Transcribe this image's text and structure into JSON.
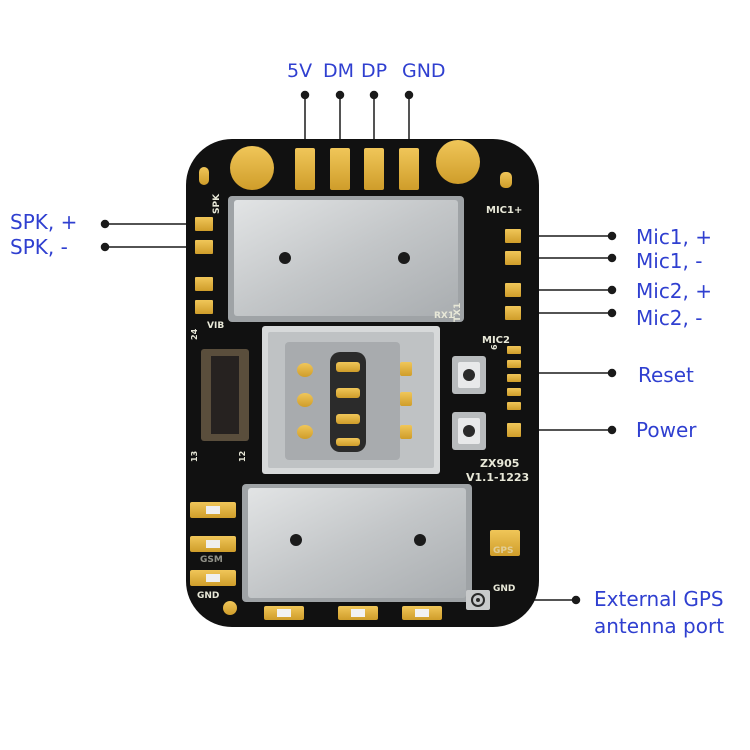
{
  "labels": {
    "top": [
      "5V",
      "DM",
      "DP",
      "GND"
    ],
    "left": [
      "SPK, +",
      "SPK, -"
    ],
    "right": [
      "Mic1, +",
      "Mic1, -",
      "Mic2, +",
      "Mic2, -",
      "Reset",
      "Power"
    ],
    "gps": [
      "External GPS",
      "antenna port"
    ]
  },
  "silkscreen": {
    "spk": "SPK",
    "mic1": "MIC1+",
    "mic2": "MIC2",
    "rx1": "RX1",
    "tx1": "TX1",
    "vib": "VIB",
    "n24": "24",
    "n13": "13",
    "n12": "12",
    "n6": "6",
    "model": "ZX905",
    "version": "V1.1-1223",
    "gsm": "GSM",
    "gps": "GPS",
    "gnd_left": "GND",
    "gnd_right": "GND"
  },
  "colors": {
    "label": "#2f3fd0",
    "pcb": "#111111",
    "pad": "#e2b43a",
    "shield": "#c9cbcc",
    "line": "#1a1a1a"
  }
}
